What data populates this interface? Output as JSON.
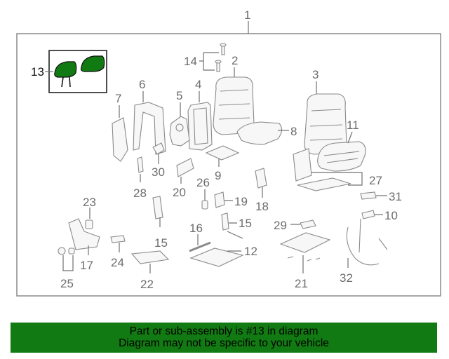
{
  "diagram": {
    "callouts": {
      "c1": "1",
      "c2": "2",
      "c3": "3",
      "c4": "4",
      "c5": "5",
      "c6": "6",
      "c7": "7",
      "c8": "8",
      "c9": "9",
      "c10": "10",
      "c11": "11",
      "c12": "12",
      "c13": "13",
      "c14": "14",
      "c15a": "15",
      "c15b": "15",
      "c16": "16",
      "c17": "17",
      "c18": "18",
      "c19": "19",
      "c20": "20",
      "c21": "21",
      "c22": "22",
      "c23": "23",
      "c24": "24",
      "c25": "25",
      "c26": "26",
      "c27": "27",
      "c28": "28",
      "c29": "29",
      "c30": "30",
      "c31": "31",
      "c32": "32"
    },
    "highlight_color": "#127a12"
  },
  "banner": {
    "line1": "Part or sub-assembly is #13 in diagram",
    "line2": "Diagram may not be specific to your vehicle"
  }
}
